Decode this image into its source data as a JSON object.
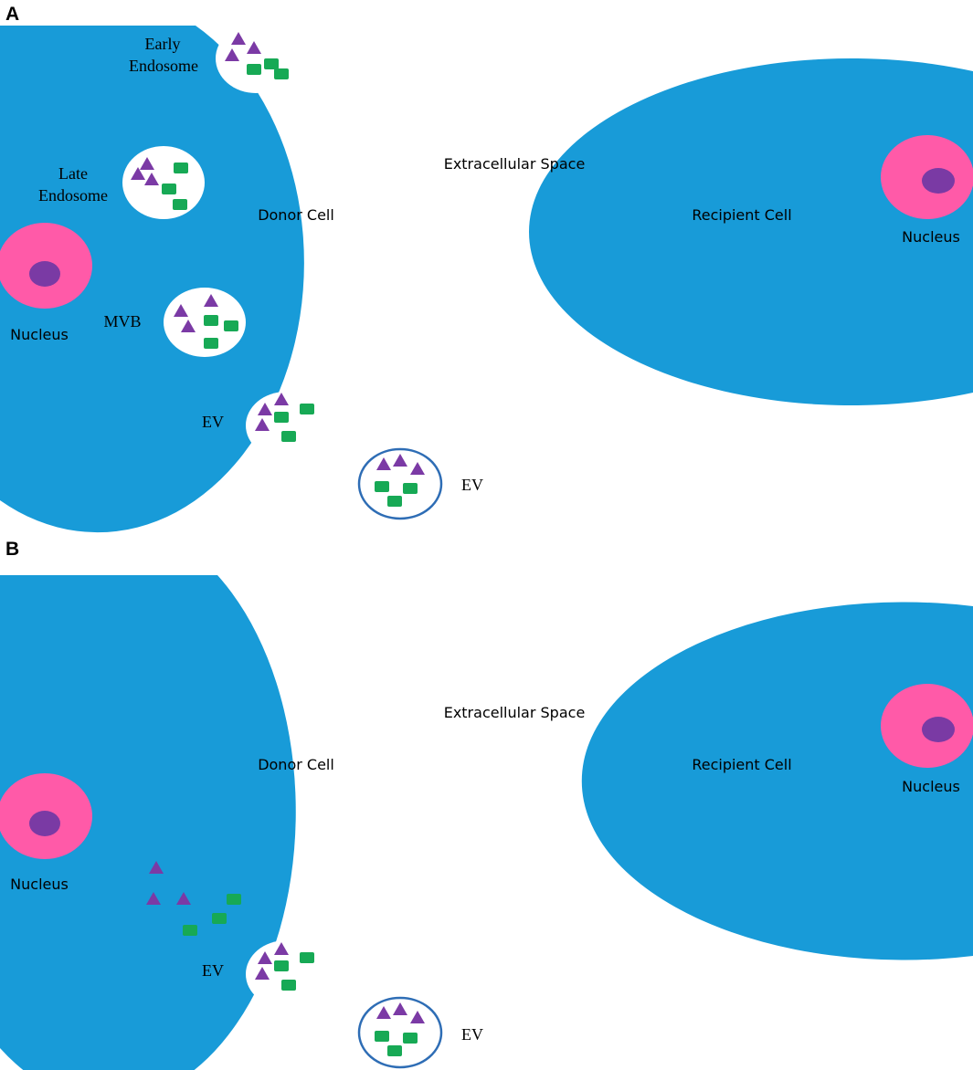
{
  "panels": [
    {
      "letter": "A",
      "extracellular": "Extracellular Space",
      "donor_cell": "Donor Cell",
      "donor_nucleus": "Nucleus",
      "early_endosome_line1": "Early",
      "early_endosome_line2": "Endosome",
      "late_endosome_line1": "Late",
      "late_endosome_line2": "Endosome",
      "mvb": "MVB",
      "ev_budding": "EV",
      "ev_released": "EV",
      "recipient_cell": "Recipient Cell",
      "recipient_nucleus": "Nucleus"
    },
    {
      "letter": "B",
      "extracellular": "Extracellular Space",
      "donor_cell": "Donor Cell",
      "donor_nucleus": "Nucleus",
      "ev_budding": "EV",
      "ev_released": "EV",
      "recipient_cell": "Recipient Cell",
      "recipient_nucleus": "Nucleus"
    }
  ],
  "colors": {
    "cell": "#189bd8",
    "nucleus": "#ff5aa8",
    "nucleolus": "#7a3aa4",
    "cargo_triangle": "#7b3aa5",
    "cargo_rect": "#17a955",
    "ev_outline": "#2e6db5",
    "vesicle": "#ffffff"
  },
  "icons": [
    "cargo-triangle-icon",
    "cargo-rect-icon"
  ]
}
